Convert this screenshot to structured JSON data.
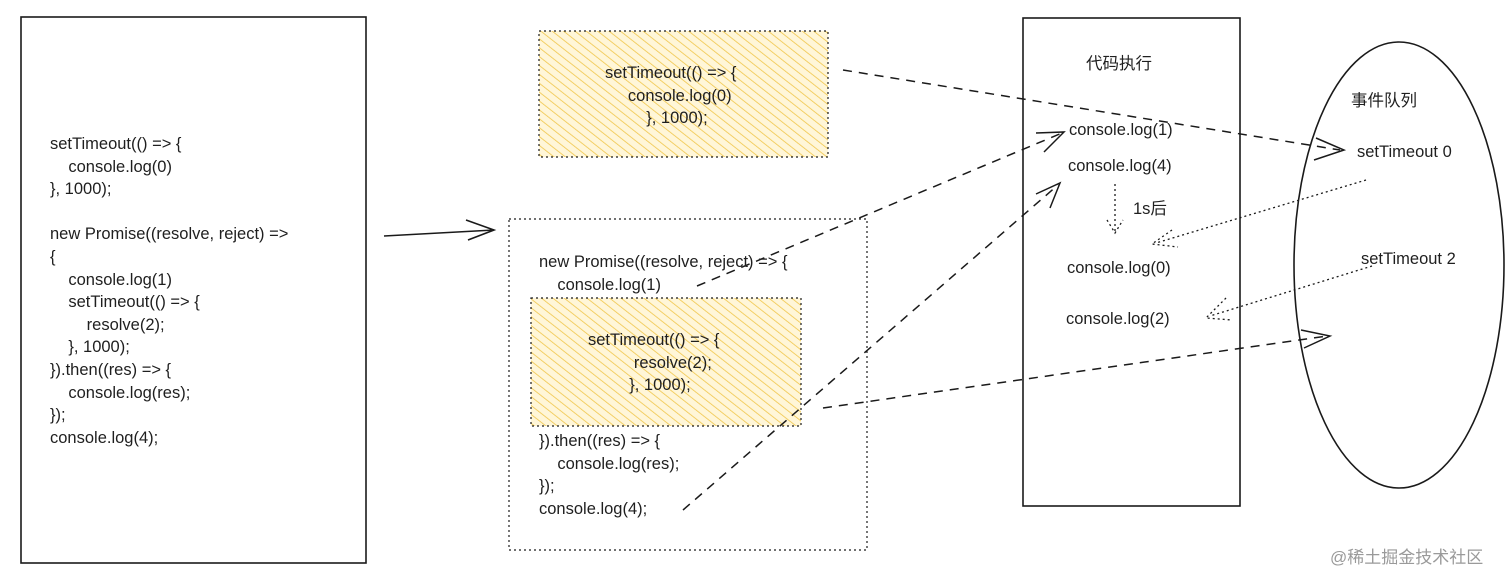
{
  "source_code": {
    "lines": [
      "setTimeout(() => {",
      "    console.log(0)",
      "}, 1000);",
      "",
      "new Promise((resolve, reject) =>",
      "{",
      "    console.log(1)",
      "    setTimeout(() => {",
      "        resolve(2);",
      "    }, 1000);",
      "}).then((res) => {",
      "    console.log(res);",
      "});",
      "console.log(4);"
    ]
  },
  "macro_task_0": {
    "lines": [
      "setTimeout(() => {",
      "     console.log(0)",
      "         }, 1000);"
    ]
  },
  "promise_block": {
    "head_lines": [
      "new Promise((resolve, reject) => {",
      "    console.log(1)"
    ],
    "tail_lines": [
      "}).then((res) => {",
      "    console.log(res);",
      "});",
      "console.log(4);"
    ]
  },
  "macro_task_2": {
    "lines": [
      "setTimeout(() => {",
      "          resolve(2);",
      "         }, 1000);"
    ]
  },
  "execution_column": {
    "title": "代码执行",
    "items": [
      "console.log(1)",
      "console.log(4)",
      "console.log(0)",
      "console.log(2)"
    ],
    "delay_label": "1s后"
  },
  "event_queue": {
    "title": "事件队列",
    "items": [
      "setTimeout 0",
      "setTimeout 2"
    ]
  },
  "watermark": "@稀土掘金技术社区",
  "colors": {
    "hatch_fill": "#f5d36a",
    "hatch_bg": "#fff6d8",
    "stroke": "#1a1a1a"
  }
}
